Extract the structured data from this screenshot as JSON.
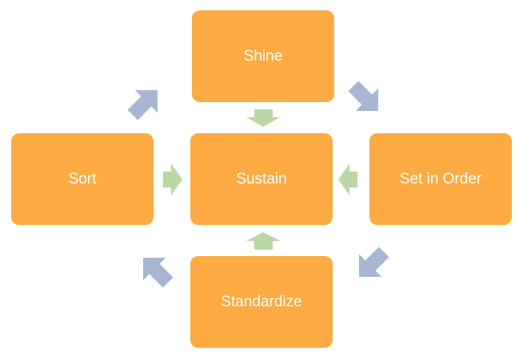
{
  "nodes": {
    "shine": "Shine",
    "sort": "Sort",
    "sustain": "Sustain",
    "set_in_order": "Set in Order",
    "standardize": "Standardize"
  },
  "colors": {
    "box_fill": "#FDAB42",
    "box_text": "#FFFFFF",
    "cycle_arrow": "#A7B7D3",
    "inward_arrow": "#B9D8A6"
  }
}
